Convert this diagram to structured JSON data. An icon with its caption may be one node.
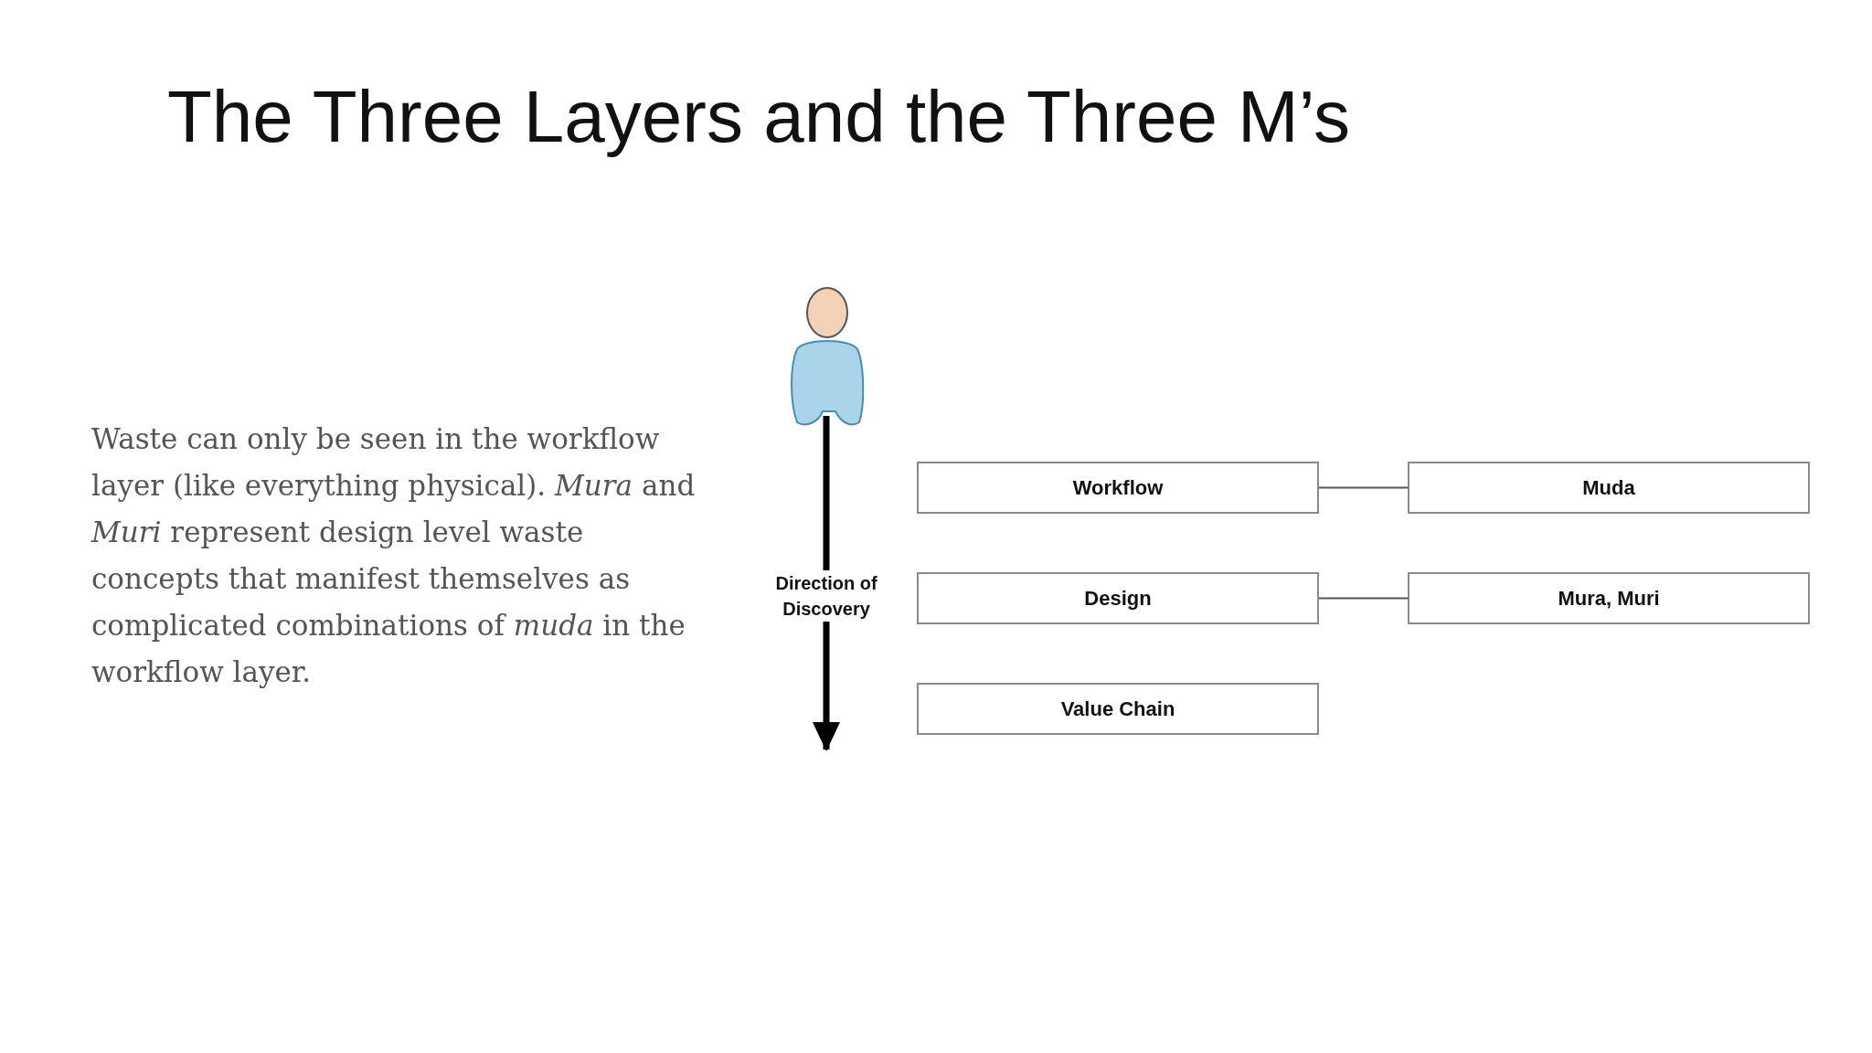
{
  "diagram": {
    "title": "The Three Layers and the Three M’s",
    "nodes": [
      {
        "text": [
          "Workflow"
        ]
      },
      {
        "text": [
          "Muda"
        ]
      },
      {
        "text": [
          "Design"
        ]
      },
      {
        "text": [
          "Mura, Muri"
        ]
      },
      {
        "text": [
          "Value Chain"
        ]
      }
    ],
    "edges": [
      {
        "from": 0,
        "to": 1,
        "arrow": "none"
      },
      {
        "from": 2,
        "to": 3,
        "arrow": "none"
      }
    ],
    "labels": [
      "Waste can only be seen in the workflow layer (like everything physical). *Mura* and *Muri* represent design level waste concepts that manifest themselves as complicated combinations of *muda* in the workflow layer.",
      "Direction of Discovery"
    ]
  }
}
